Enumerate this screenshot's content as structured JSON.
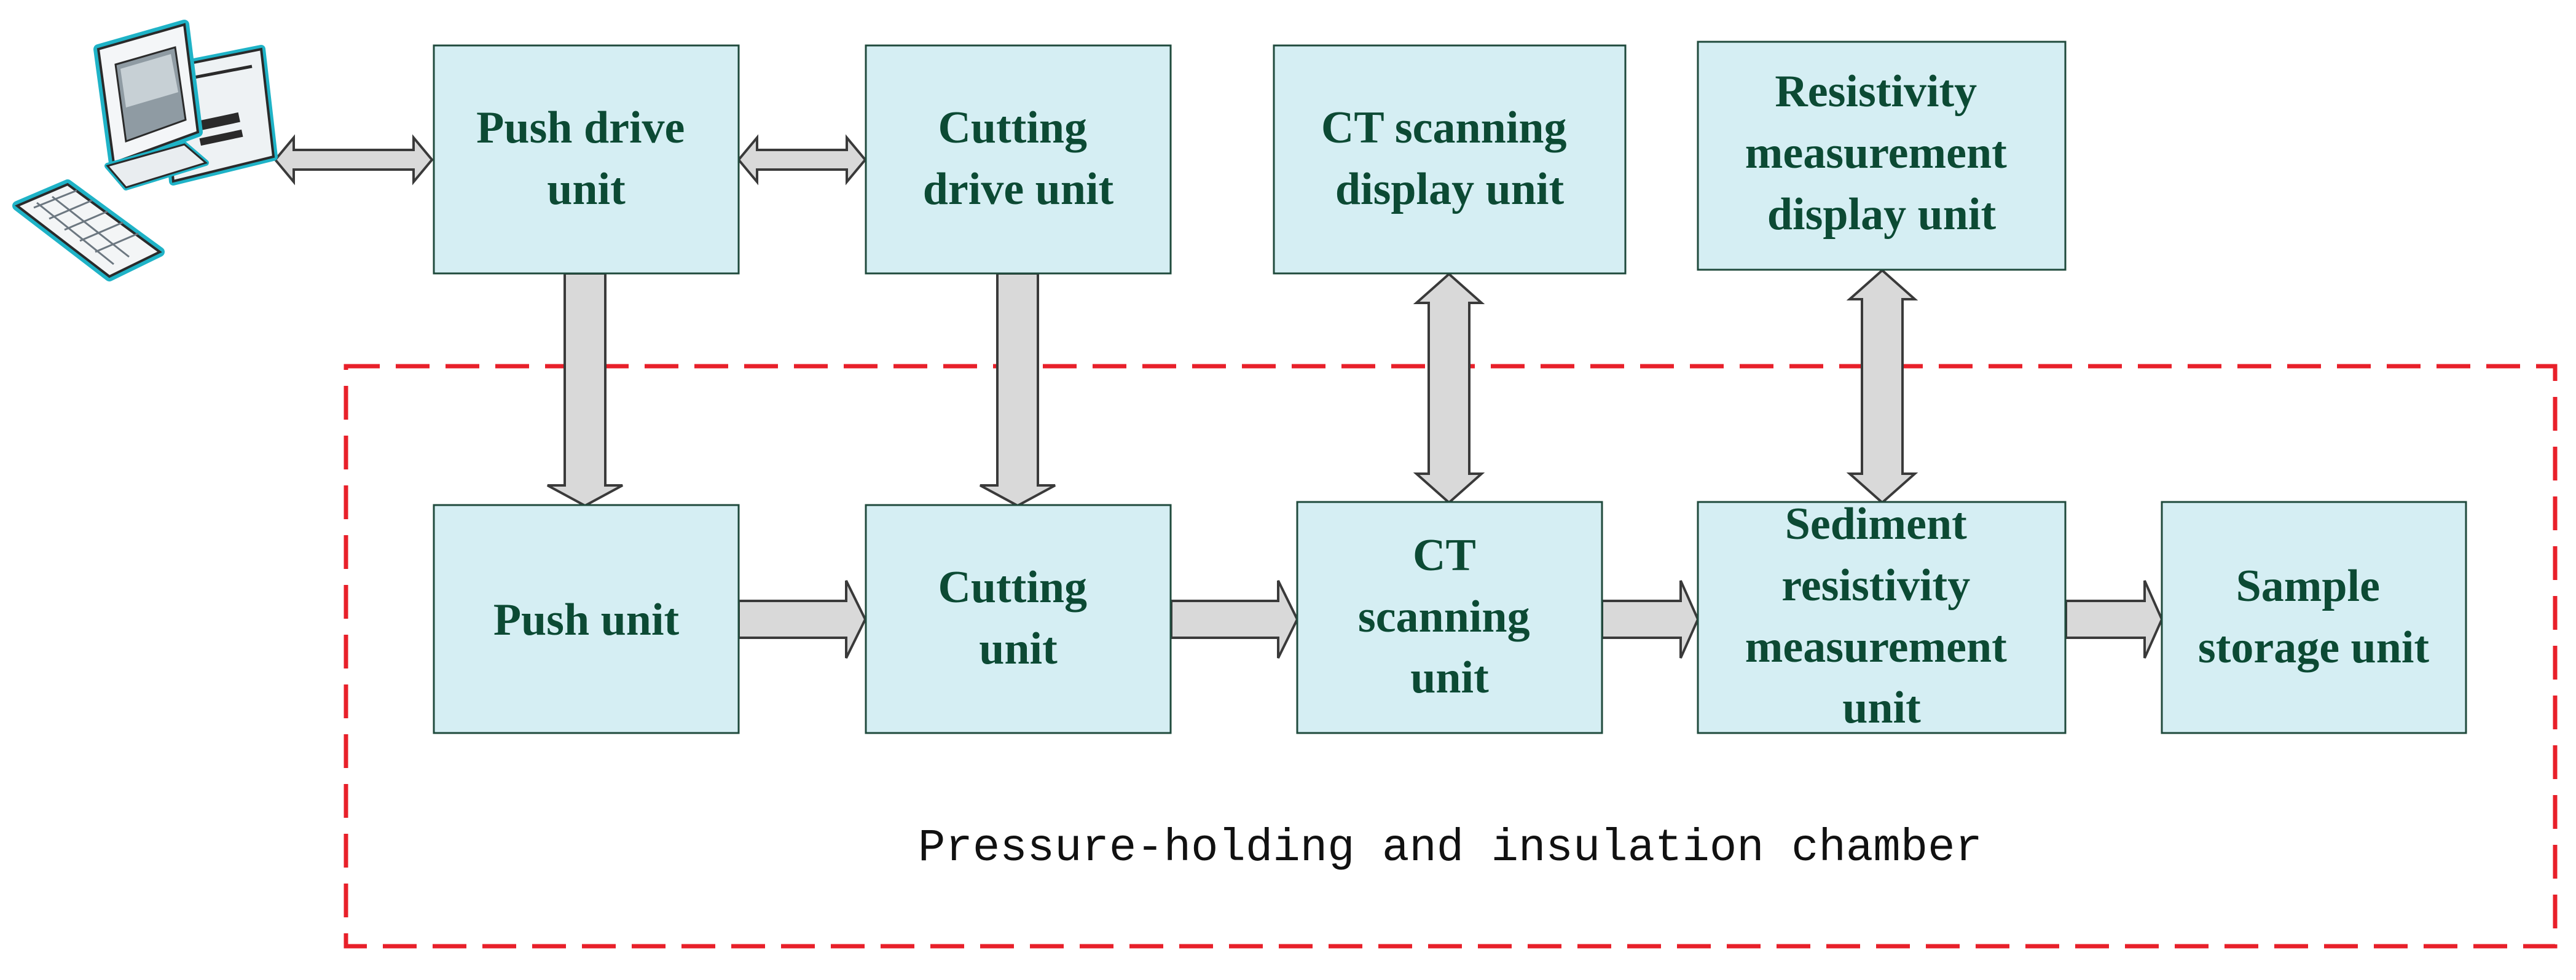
{
  "colors": {
    "box_fill": "#d5eef3",
    "box_stroke": "#1f4a3c",
    "box_text": "#0c4a34",
    "arrow_fill": "#d9d9d9",
    "arrow_stroke": "#3a3a3a",
    "chamber_border": "#e8202a",
    "computer_accent": "#1fb3c7"
  },
  "icon": "computer-icon",
  "units": {
    "push_drive": [
      "Push drive",
      "unit"
    ],
    "cutting_drive": [
      "Cutting",
      "drive unit"
    ],
    "ct_display": [
      "CT scanning",
      "display unit"
    ],
    "resistivity_display": [
      "Resistivity",
      "measurement",
      "display unit"
    ],
    "push": [
      "Push unit"
    ],
    "cutting": [
      "Cutting",
      "unit"
    ],
    "ct_scanning": [
      "CT",
      "scanning",
      "unit"
    ],
    "sediment_resistivity": [
      "Sediment",
      "resistivity",
      "measurement",
      "unit"
    ],
    "sample_storage": [
      "Sample",
      "storage unit"
    ]
  },
  "chamber_label": "Pressure-holding and insulation chamber"
}
